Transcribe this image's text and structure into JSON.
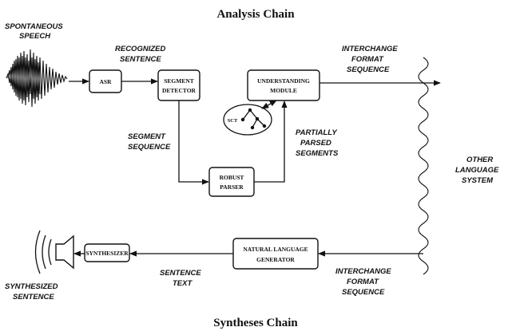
{
  "titles": {
    "analysis": "Analysis Chain",
    "synthesis": "Syntheses Chain"
  },
  "labels": {
    "spontaneous_speech": [
      "SPONTANEOUS",
      "SPEECH"
    ],
    "recognized_sentence": [
      "RECOGNIZED",
      "SENTENCE"
    ],
    "interchange_top": [
      "INTERCHANGE",
      "FORMAT",
      "SEQUENCE"
    ],
    "segment_sequence": [
      "SEGMENT",
      "SEQUENCE"
    ],
    "partially_parsed": [
      "PARTIALLY",
      "PARSED",
      "SEGMENTS"
    ],
    "other_language": [
      "OTHER",
      "LANGUAGE",
      "SYSTEM"
    ],
    "sentence_text": [
      "SENTENCE",
      "TEXT"
    ],
    "interchange_bottom": [
      "INTERCHANGE",
      "FORMAT",
      "SEQUENCE"
    ],
    "synthesized_sentence": [
      "SYNTHESIZED",
      "SENTENCE"
    ]
  },
  "boxes": {
    "asr": [
      "ASR"
    ],
    "segment_detector": [
      "SEGMENT",
      "DETECTOR"
    ],
    "understanding_module": [
      "UNDERSTANDING",
      "MODULE"
    ],
    "robust_parser": [
      "ROBUST",
      "PARSER"
    ],
    "synthesizer": [
      "SYNTHESIZER"
    ],
    "nl_generator": [
      "NATURAL LANGUAGE",
      "GENERATOR"
    ]
  },
  "sct": "SCT"
}
